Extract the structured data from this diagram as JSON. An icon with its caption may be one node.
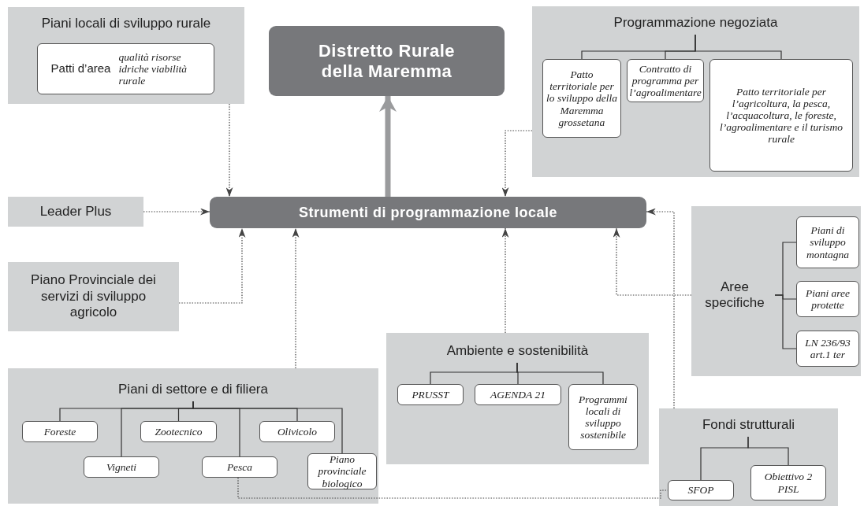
{
  "diagram": {
    "nodes": [
      {
        "text": [
          "Piani locali di sviluppo rurale"
        ]
      },
      {
        "text": [
          "Patti d’area",
          "qualità risorse idriche viabilità rurale"
        ],
        "in": 0
      },
      {
        "text": [
          "Distretto Rurale della Maremma"
        ]
      },
      {
        "text": [
          "Programmazione negoziata"
        ]
      },
      {
        "text": [
          "Patto territoriale per lo sviluppo della Maremma grossetana"
        ],
        "in": 3
      },
      {
        "text": [
          "Contratto di programma per l’agroalimentare"
        ],
        "in": 3
      },
      {
        "text": [
          "Patto territoriale per l’agricoltura, la pesca, l’acquacoltura, le foreste, l’agroalimentare e il turismo rurale"
        ],
        "in": 3
      },
      {
        "text": [
          "Leader Plus"
        ]
      },
      {
        "text": [
          "Strumenti di programmazione locale"
        ]
      },
      {
        "text": [
          "Piano Provinciale dei servizi di sviluppo agricolo"
        ]
      },
      {
        "text": [
          "Aree specifiche"
        ]
      },
      {
        "text": [
          "Piani di sviluppo montagna"
        ],
        "in": 10
      },
      {
        "text": [
          "Piani aree protette"
        ],
        "in": 10
      },
      {
        "text": [
          "LN 236/93 art.1 ter"
        ],
        "in": 10
      },
      {
        "text": [
          "Ambiente e sostenibilità"
        ]
      },
      {
        "text": [
          "PRUSST"
        ],
        "in": 14
      },
      {
        "text": [
          "AGENDA 21"
        ],
        "in": 14
      },
      {
        "text": [
          "Programmi locali di sviluppo sostenibile"
        ],
        "in": 14
      },
      {
        "text": [
          "Piani di settore e di filiera"
        ]
      },
      {
        "text": [
          "Foreste"
        ],
        "in": 18
      },
      {
        "text": [
          "Zootecnico"
        ],
        "in": 18
      },
      {
        "text": [
          "Olivicolo"
        ],
        "in": 18
      },
      {
        "text": [
          "Vigneti"
        ],
        "in": 18
      },
      {
        "text": [
          "Pesca"
        ],
        "in": 18
      },
      {
        "text": [
          "Piano provinciale biologico"
        ],
        "in": 18
      },
      {
        "text": [
          "Fondi strutturali"
        ]
      },
      {
        "text": [
          "SFOP"
        ],
        "in": 25
      },
      {
        "text": [
          "Obiettivo 2 PISL"
        ],
        "in": 25
      }
    ],
    "edges": [
      {
        "from": 8,
        "to": 2,
        "arrow": "to",
        "style": "thick",
        "color": "#9a9b9d"
      },
      {
        "from": 0,
        "to": 8,
        "arrow": "to",
        "style": "dashed"
      },
      {
        "from": 3,
        "to": 8,
        "arrow": "to",
        "style": "dashed"
      },
      {
        "from": 7,
        "to": 8,
        "arrow": "to",
        "style": "dashed"
      },
      {
        "from": 9,
        "to": 8,
        "arrow": "to",
        "style": "dashed"
      },
      {
        "from": 18,
        "to": 8,
        "arrow": "to",
        "style": "dashed"
      },
      {
        "from": 14,
        "to": 8,
        "arrow": "to",
        "style": "dashed"
      },
      {
        "from": 10,
        "to": 8,
        "arrow": "to",
        "style": "dashed"
      },
      {
        "from": 25,
        "to": 8,
        "arrow": "to",
        "style": "dashed"
      },
      {
        "from": 23,
        "to": 26,
        "arrow": "none",
        "style": "dashed"
      }
    ]
  }
}
